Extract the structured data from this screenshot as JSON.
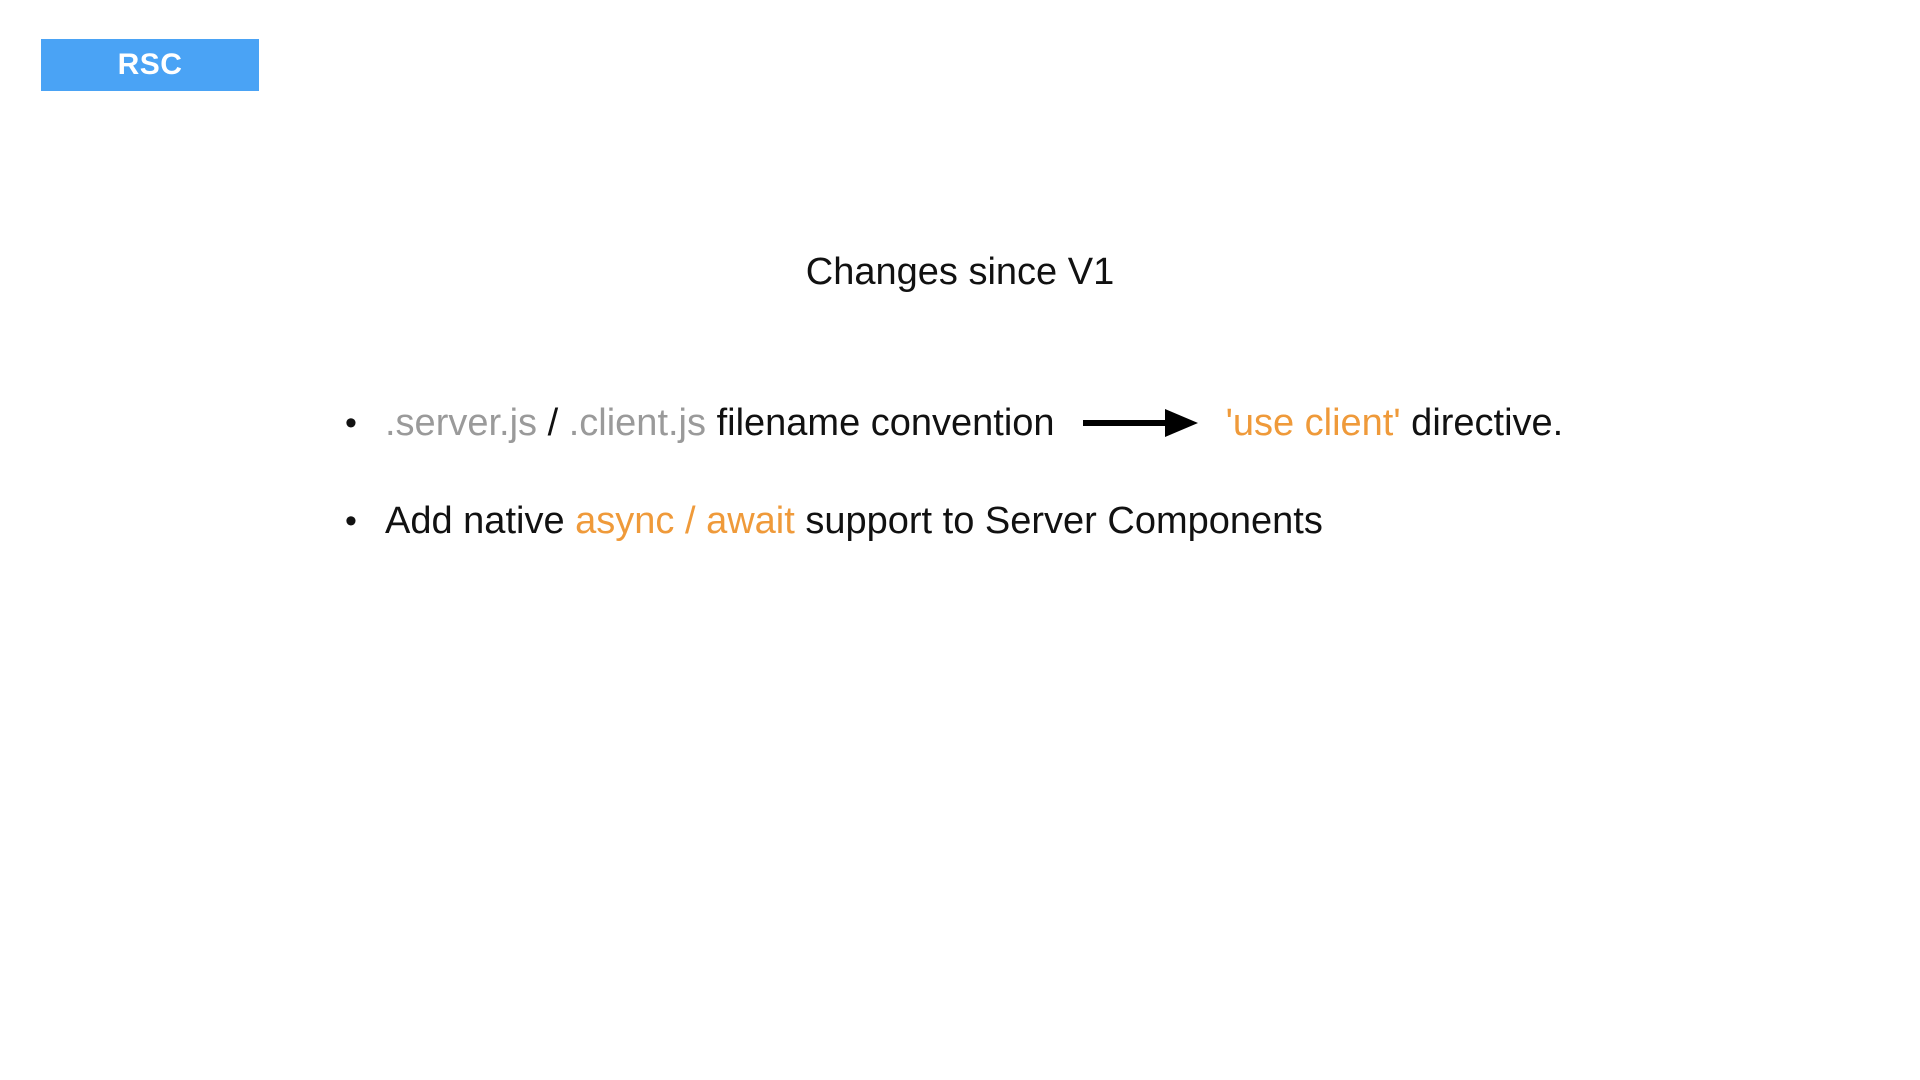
{
  "header": {
    "badge_label": "RSC",
    "badge_color": "#4aa3f5"
  },
  "slide": {
    "title": "Changes since V1"
  },
  "bullets": [
    {
      "bullet": "•",
      "server_js": ".server.js",
      "slash": " / ",
      "client_js": ".client.js",
      "convention": " filename convention",
      "arrow_icon": "right-arrow-icon",
      "use_client": "'use client'",
      "directive": " directive."
    },
    {
      "bullet": "•",
      "prefix": "Add native ",
      "async_await": "async / await",
      "suffix": " support to Server Components"
    }
  ],
  "colors": {
    "accent_orange": "#ef9a3a",
    "muted_gray": "#9a9a9a",
    "text": "#111111"
  }
}
